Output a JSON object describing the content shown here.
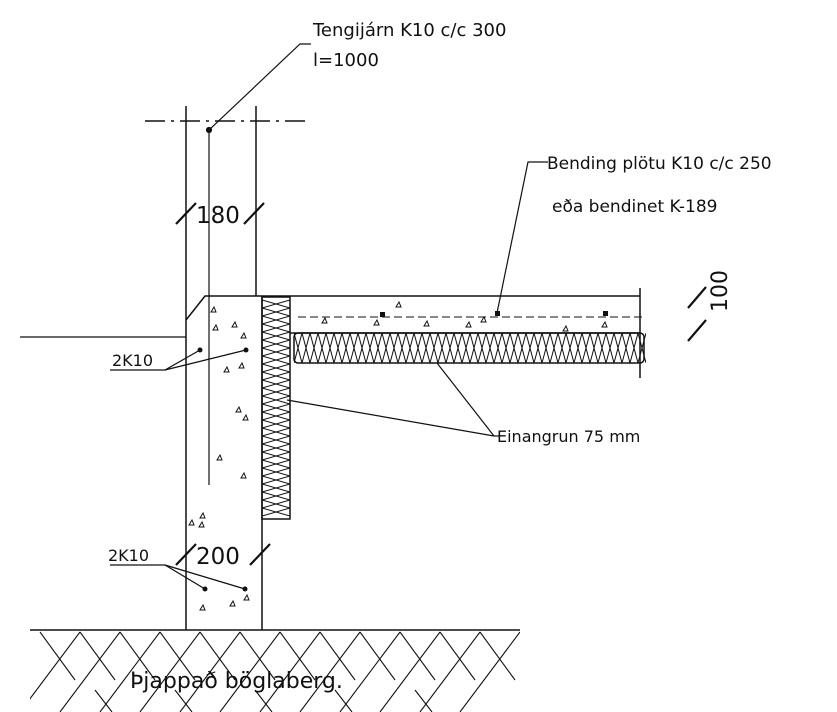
{
  "labels": {
    "tie_bar": "Tengijárn K10 c/c 300",
    "tie_bar_length": "l=1000",
    "slab_rebar": "Bending plötu K10 c/c 250",
    "slab_rebar_alt": "eða bendinet K-189",
    "insulation": "Einangrun 75 mm",
    "rebar_upper": "2K10",
    "rebar_lower": "2K10",
    "wall_thickness_upper": "180",
    "wall_thickness_lower": "200",
    "slab_thickness": "100",
    "ground": "Þjappað böglaberg."
  },
  "colors": {
    "line": "#111111",
    "background": "#ffffff"
  }
}
